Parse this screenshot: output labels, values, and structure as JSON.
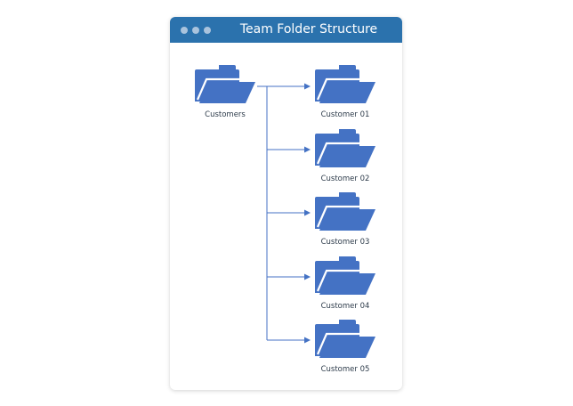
{
  "window": {
    "title": "Team Folder Structure"
  },
  "colors": {
    "titlebar": "#2b72ad",
    "folder": "#4472c4",
    "connector": "#4472c4"
  },
  "root": {
    "label": "Customers",
    "icon": "folder-icon"
  },
  "children": [
    {
      "label": "Customer 01",
      "icon": "folder-icon"
    },
    {
      "label": "Customer 02",
      "icon": "folder-icon"
    },
    {
      "label": "Customer 03",
      "icon": "folder-icon"
    },
    {
      "label": "Customer 04",
      "icon": "folder-icon"
    },
    {
      "label": "Customer 05",
      "icon": "folder-icon"
    }
  ]
}
